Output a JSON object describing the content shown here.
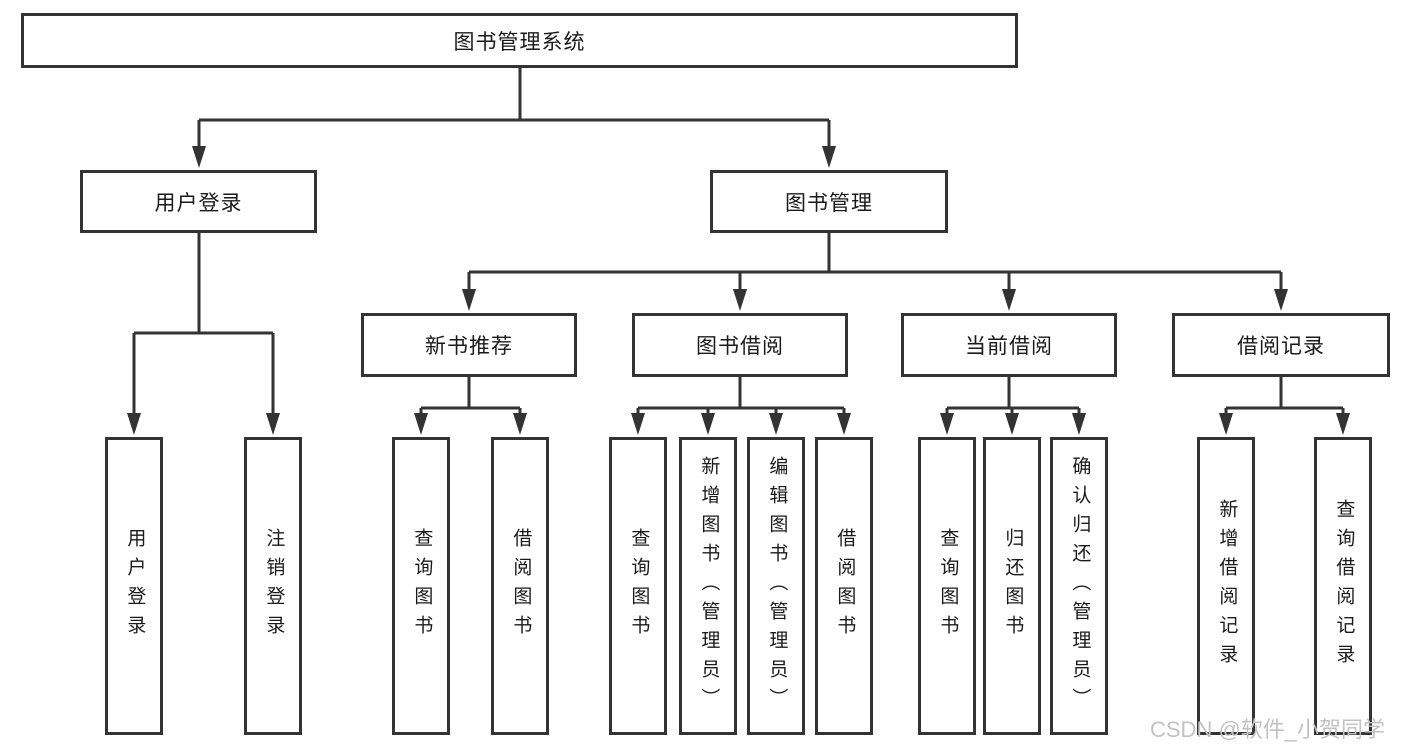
{
  "tree": {
    "root_label": "图书管理系统",
    "level2": [
      {
        "label": "用户登录",
        "children": [
          "用户登录",
          "注销登录"
        ]
      },
      {
        "label": "图书管理"
      }
    ],
    "level3": [
      {
        "label": "新书推荐",
        "children": [
          "查询图书",
          "借阅图书"
        ]
      },
      {
        "label": "图书借阅",
        "children": [
          "查询图书",
          "新增图书（管理员）",
          "编辑图书（管理员）",
          "借阅图书"
        ]
      },
      {
        "label": "当前借阅",
        "children": [
          "查询图书",
          "归还图书",
          "确认归还（管理员）"
        ]
      },
      {
        "label": "借阅记录",
        "children": [
          "新增借阅记录",
          "查询借阅记录"
        ]
      }
    ]
  },
  "watermark": "CSDN @软件_小贺同学",
  "colors": {
    "line": "#333333",
    "text": "#1a1a1a",
    "background": "#ffffff",
    "watermark": "#c2c2c2"
  }
}
